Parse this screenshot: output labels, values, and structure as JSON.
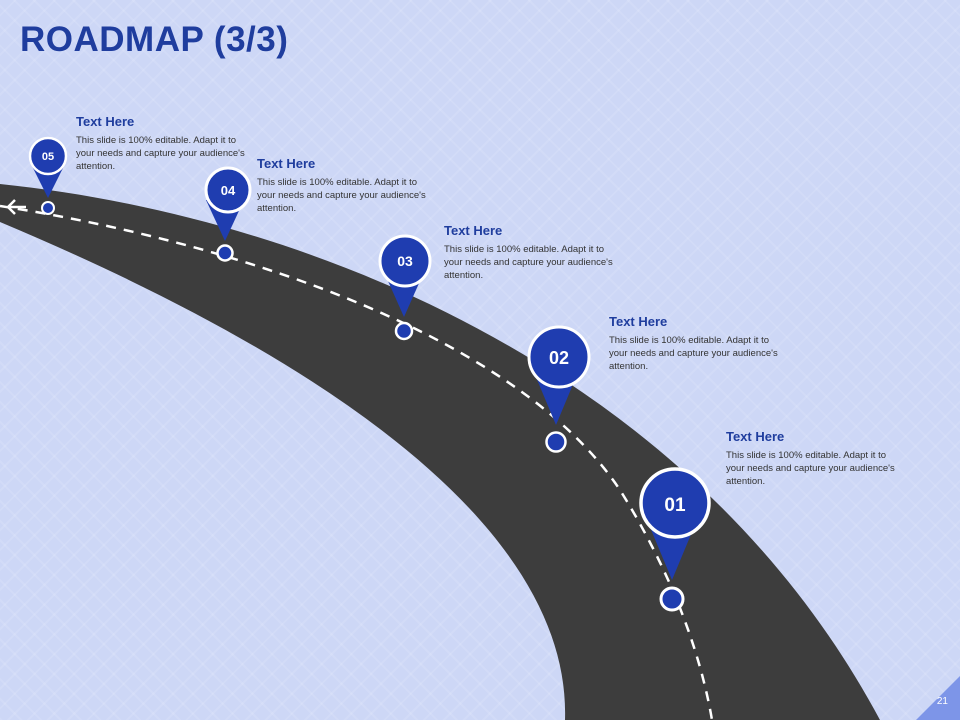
{
  "title": "ROADMAP (3/3)",
  "page_number": "21",
  "colors": {
    "background": "#cdd7f6",
    "road": "#3d3d3d",
    "pin": "#1f3db0",
    "accent": "#1f3d9e"
  },
  "icons": {
    "arrow": "arrow-left-icon",
    "pin": "map-pin-icon"
  },
  "milestones": [
    {
      "number": "01",
      "heading": "Text Here",
      "body": "This slide is 100% editable. Adapt it to your needs and capture your audience's attention."
    },
    {
      "number": "02",
      "heading": "Text Here",
      "body": "This slide is 100% editable. Adapt it to your needs and capture your audience's attention."
    },
    {
      "number": "03",
      "heading": "Text Here",
      "body": "This slide is 100% editable. Adapt it to your needs and capture your audience's attention."
    },
    {
      "number": "04",
      "heading": "Text Here",
      "body": "This slide is 100% editable. Adapt it to your needs and capture your audience's attention."
    },
    {
      "number": "05",
      "heading": "Text Here",
      "body": "This slide is 100% editable. Adapt it to your needs and capture your audience's attention."
    }
  ]
}
